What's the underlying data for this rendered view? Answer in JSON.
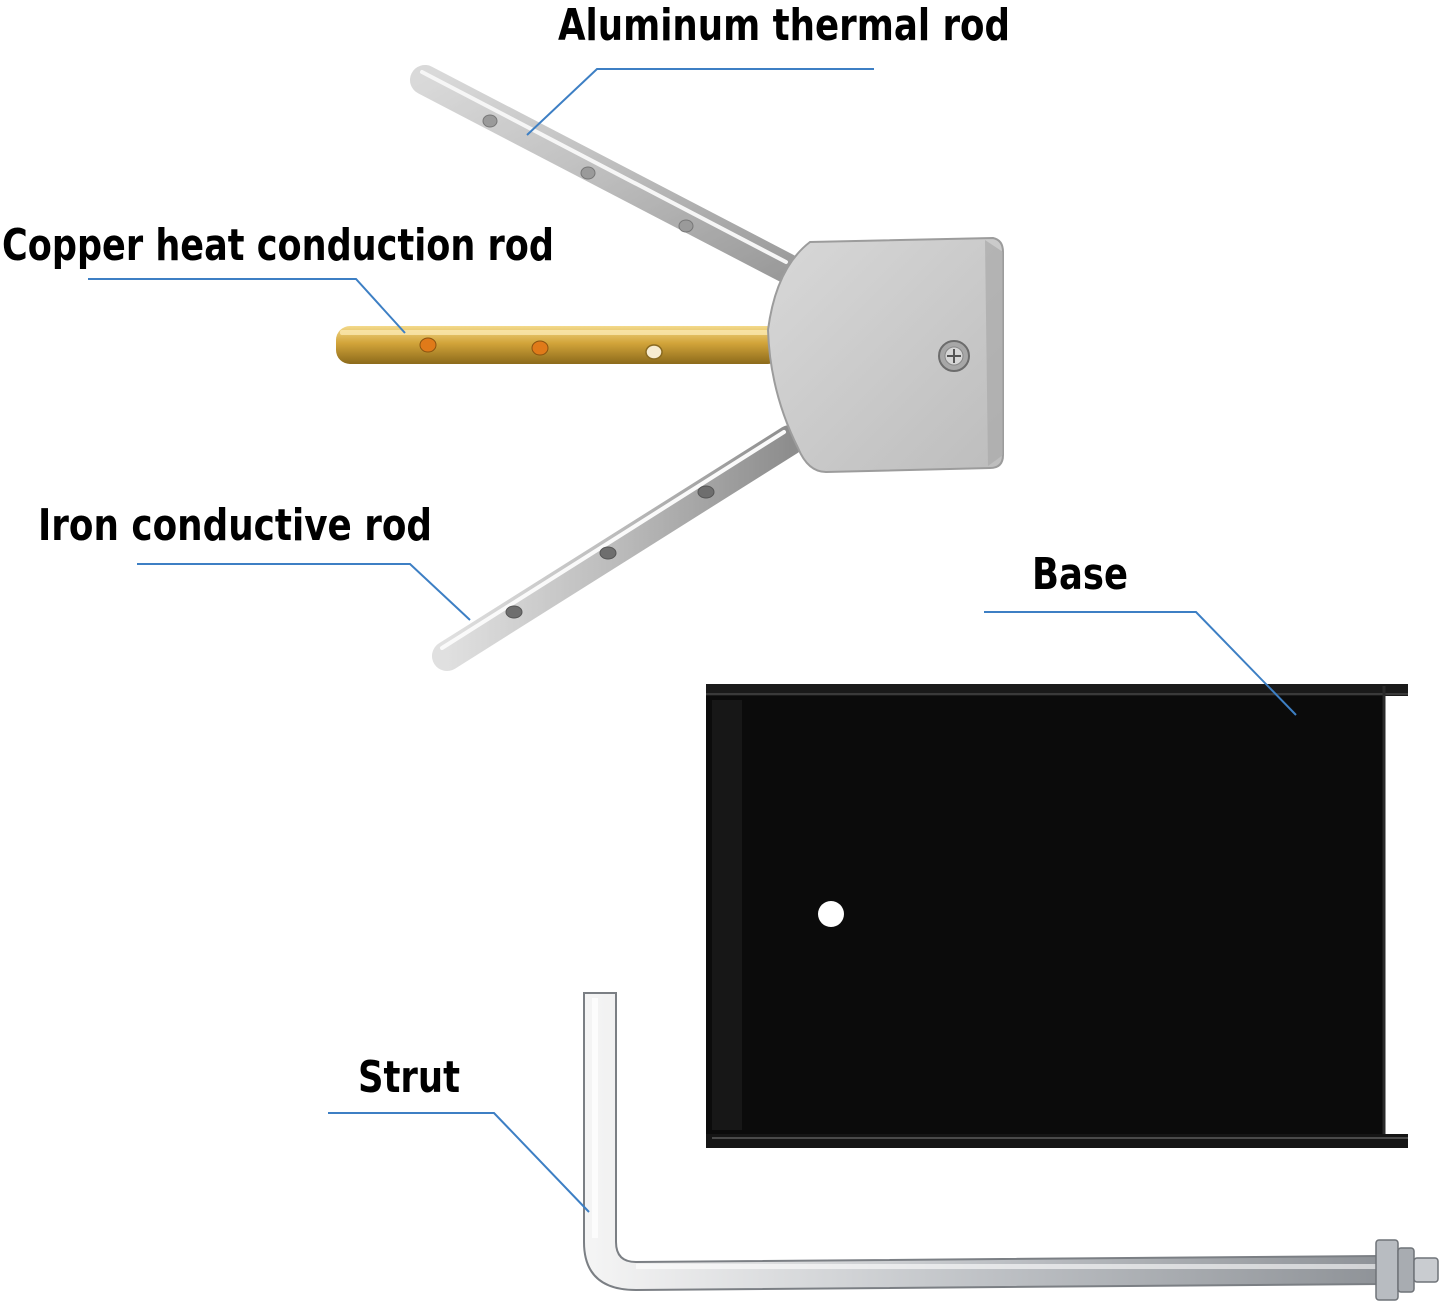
{
  "labels": {
    "aluminum": "Aluminum thermal rod",
    "copper": "Copper heat conduction rod",
    "iron": "Iron conductive rod",
    "base": "Base",
    "strut": "Strut"
  },
  "colors": {
    "leader_line": "#3d7fc4",
    "label_text": "#000000",
    "aluminum": "#cfcfcf",
    "copper": "#c9a23a",
    "iron": "#c8c8c8",
    "base": "#0b0b0b",
    "strut": "#b9bcc0"
  }
}
